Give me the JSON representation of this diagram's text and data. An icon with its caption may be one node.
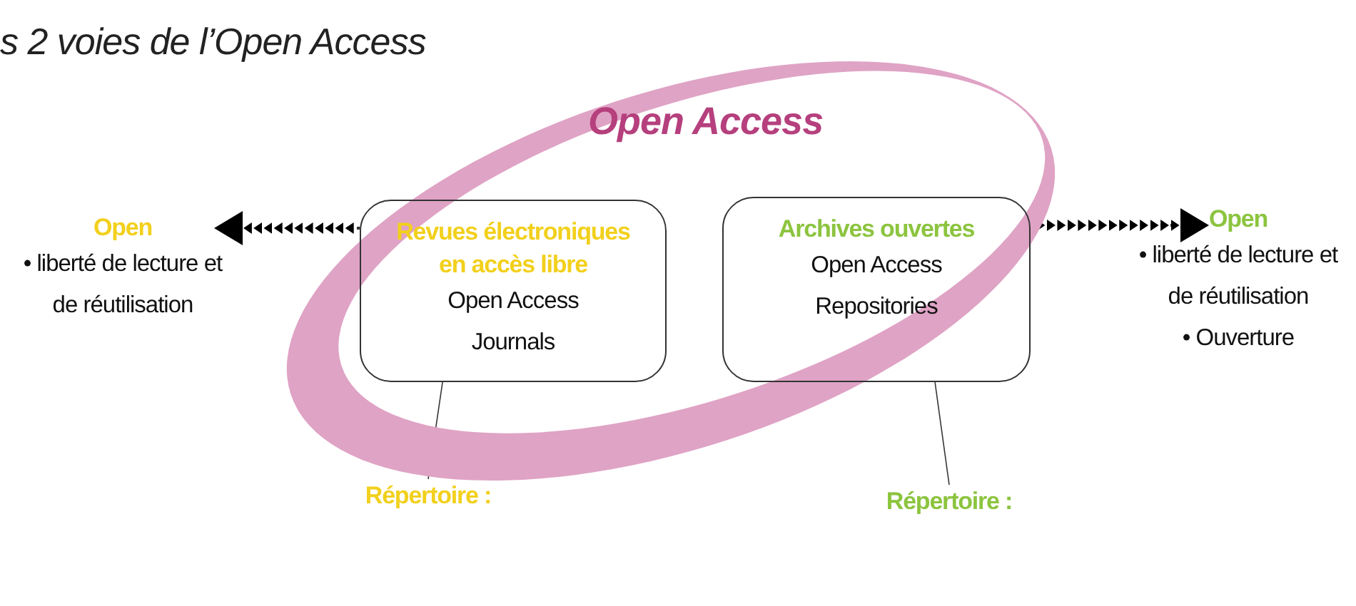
{
  "diagram": {
    "title": "s 2 voies de l’Open Access",
    "nodes": [
      {
        "text": [
          "Open Access"
        ]
      },
      {
        "text": [
          "Revues électroniques en accès libre",
          "Open Access Journals"
        ],
        "in": 0
      },
      {
        "text": [
          "Archives ouvertes",
          "Open Access Repositories"
        ],
        "in": 0
      },
      {
        "text": [
          "Open",
          "• liberté de lecture et de réutilisation"
        ]
      },
      {
        "text": [
          "Open",
          "• liberté de lecture et de réutilisation",
          "• Ouverture"
        ]
      },
      {
        "text": [
          "Répertoire :"
        ]
      },
      {
        "text": [
          "Répertoire :"
        ]
      }
    ],
    "edges": [
      {
        "from": 1,
        "to": 3,
        "arrow": "to",
        "style": "dashed"
      },
      {
        "from": 2,
        "to": 4,
        "arrow": "to",
        "style": "dashed"
      },
      {
        "from": 1,
        "to": 5,
        "arrow": "none"
      },
      {
        "from": 2,
        "to": 6,
        "arrow": "none"
      }
    ]
  }
}
